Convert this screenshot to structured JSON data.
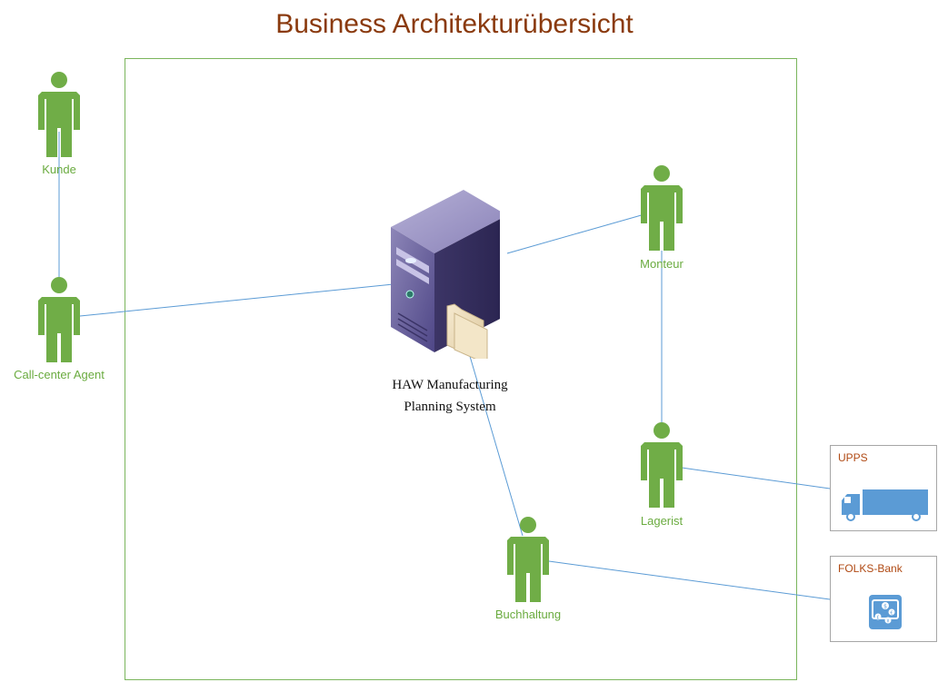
{
  "diagram": {
    "title": "Business Architekturübersicht",
    "system": {
      "line1": "HAW Manufacturing",
      "line2": "Planning System",
      "icon": "server-with-folder-icon"
    },
    "actors": [
      {
        "id": "kunde",
        "label": "Kunde"
      },
      {
        "id": "callcenter",
        "label": "Call-center Agent"
      },
      {
        "id": "monteur",
        "label": "Monteur"
      },
      {
        "id": "lagerist",
        "label": "Lagerist"
      },
      {
        "id": "buchhaltung",
        "label": "Buchhaltung"
      }
    ],
    "external_systems": [
      {
        "id": "upps",
        "label": "UPPS",
        "icon": "truck-icon"
      },
      {
        "id": "folks",
        "label": "FOLKS-Bank",
        "icon": "currency-exchange-icon"
      }
    ],
    "connections": [
      {
        "from": "Kunde",
        "to": "Call-center Agent"
      },
      {
        "from": "Call-center Agent",
        "to": "HAW Manufacturing Planning System"
      },
      {
        "from": "Monteur",
        "to": "HAW Manufacturing Planning System"
      },
      {
        "from": "Buchhaltung",
        "to": "HAW Manufacturing Planning System"
      },
      {
        "from": "Monteur",
        "to": "Lagerist"
      },
      {
        "from": "Lagerist",
        "to": "UPPS"
      },
      {
        "from": "Buchhaltung",
        "to": "FOLKS-Bank"
      }
    ],
    "colors": {
      "actor": "#70ad47",
      "title": "#8a3a0e",
      "line": "#5b9bd5",
      "boundary": "#7ab55c",
      "ext_title": "#b04a14"
    }
  }
}
